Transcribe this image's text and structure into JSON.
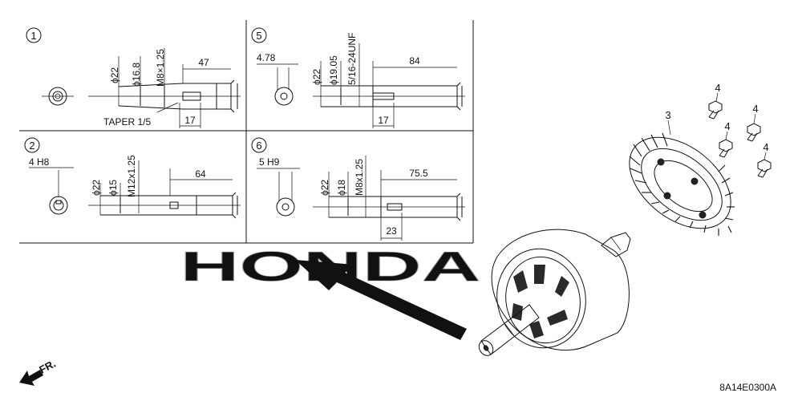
{
  "panels": [
    {
      "index": "1",
      "dims": [
        "ϕ22",
        "ϕ16.8",
        "M8×1.25",
        "47",
        "17"
      ],
      "note": "TAPER 1/5"
    },
    {
      "index": "2",
      "dims": [
        "4 H8",
        "ϕ22",
        "ϕ15",
        "M12x1.25",
        "64"
      ]
    },
    {
      "index": "5",
      "dims": [
        "4.78",
        "ϕ22",
        "ϕ19.05",
        "5/16-24UNF",
        "84",
        "17"
      ]
    },
    {
      "index": "6",
      "dims": [
        "5 H9",
        "ϕ22",
        "ϕ18",
        "M8x1.25",
        "75.5",
        "23"
      ]
    }
  ],
  "callouts": [
    "3",
    "4",
    "4",
    "4",
    "4"
  ],
  "watermark": "HONDA",
  "direction_label": "FR.",
  "part_code": "8A14E0300A"
}
